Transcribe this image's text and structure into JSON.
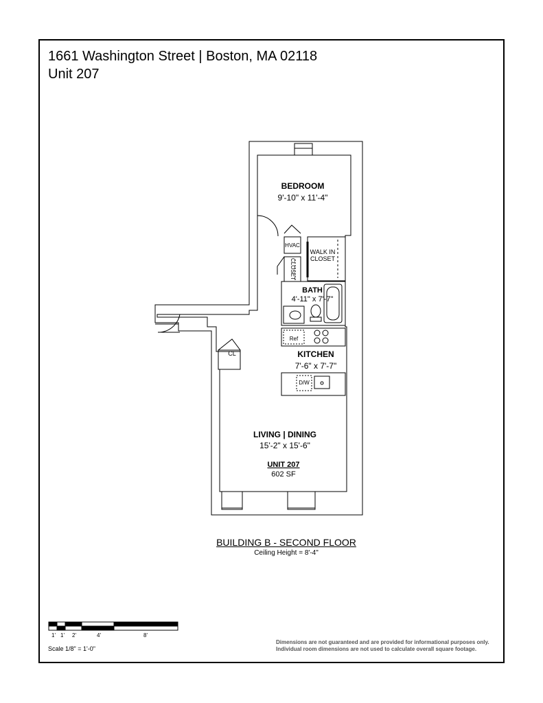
{
  "header": {
    "address": "1661 Washington Street | Boston, MA 02118",
    "unit": "Unit 207"
  },
  "rooms": {
    "bedroom": {
      "name": "BEDROOM",
      "dims": "9'-10\" x 11'-4\""
    },
    "walk_in": {
      "line1": "WALK IN",
      "line2": "CLOSET"
    },
    "hvac": "HVAC",
    "closet": "CLOSET",
    "bath": {
      "name": "BATH",
      "dims": "4'-11\" x 7'-7\""
    },
    "ref": "Ref",
    "kitchen": {
      "name": "KITCHEN",
      "dims": "7'-6\" x 7'-7\""
    },
    "dw": "D/W",
    "cl": "CL",
    "living": {
      "name": "LIVING | DINING",
      "dims": "15'-2\" x 15'-6\""
    },
    "unit_tag": {
      "name": "UNIT 207",
      "area": "602 SF"
    }
  },
  "caption": {
    "title": "BUILDING B - SECOND FLOOR",
    "ceiling": "Ceiling Height = 8'-4\""
  },
  "scale_bar": {
    "ticks": [
      "1'",
      "1'",
      "2'",
      "4'",
      "8'"
    ],
    "label": "Scale  1/8\" = 1'-0\""
  },
  "disclaimer": {
    "line1": "Dimensions are not guaranteed and are provided for informational purposes only.",
    "line2": "Individual room dimensions are not used to calculate overall square footage."
  }
}
